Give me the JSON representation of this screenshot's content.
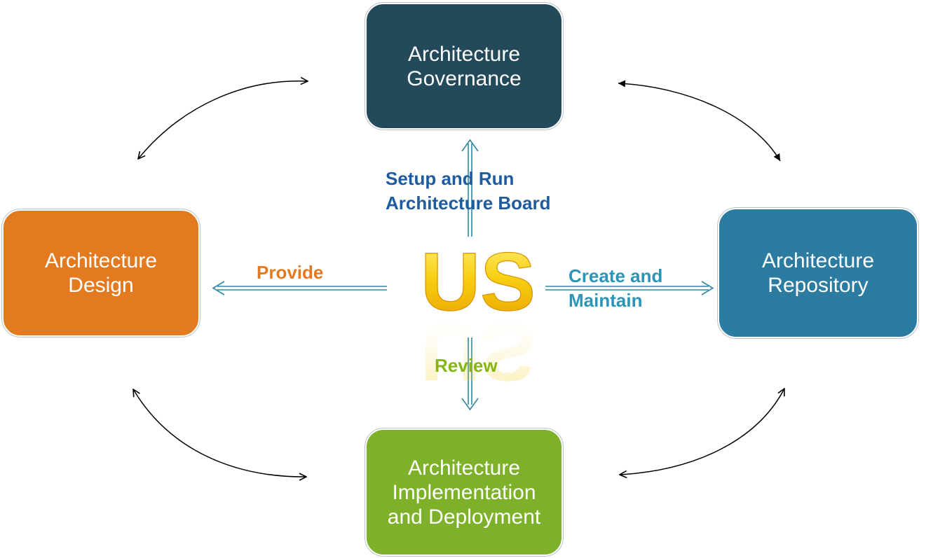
{
  "nodes": {
    "governance": {
      "lines": [
        "Architecture",
        "Governance"
      ],
      "color": "#234a5a"
    },
    "design": {
      "lines": [
        "Architecture",
        "Design"
      ],
      "color": "#e47a1f"
    },
    "repository": {
      "lines": [
        "Architecture",
        "Repository"
      ],
      "color": "#2c7ba0"
    },
    "implementation": {
      "lines": [
        "Architecture",
        "Implementation",
        "and Deployment"
      ],
      "color": "#7eb12a"
    }
  },
  "center": {
    "text": "US",
    "color": "#f5c400"
  },
  "relations": {
    "setup": {
      "lines": [
        "Setup and Run",
        "Architecture Board"
      ],
      "color": "#1f5c9e"
    },
    "provide": {
      "lines": [
        "Provide"
      ],
      "color": "#e47a1f"
    },
    "create": {
      "lines": [
        "Create and",
        "Maintain"
      ],
      "color": "#2b95b6"
    },
    "review": {
      "lines": [
        "Review"
      ],
      "color": "#86b516"
    }
  },
  "colors": {
    "connector": "#2f86a5",
    "cycle_arrow": "#000000"
  }
}
